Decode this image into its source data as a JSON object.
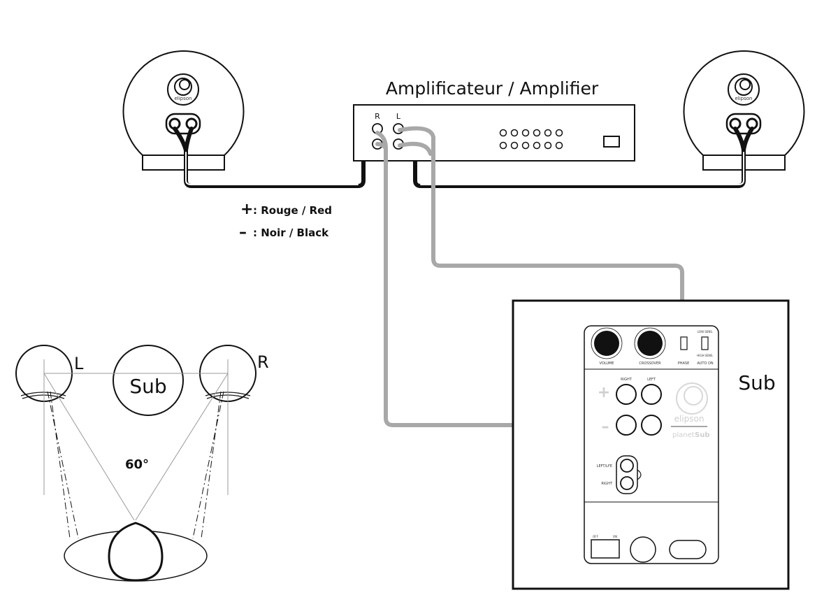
{
  "amplifier": {
    "title": "Amplificateur / Amplifier",
    "channel_r": "R",
    "channel_l": "L"
  },
  "legend": {
    "plus_symbol": "+",
    "plus_text": ": Rouge / Red",
    "minus_symbol": "–",
    "minus_text": ": Noir / Black"
  },
  "speaker_logo": "elipson",
  "subwoofer": {
    "label": "Sub",
    "panel": {
      "volume": "VOLUME",
      "crossover": "CROSSOVER",
      "phase": "PHASE",
      "auto_on": "AUTO ON",
      "low_sens": "LOW SENS.",
      "high_sens": "HIGH SENS.",
      "right": "RIGHT",
      "left": "LEFT",
      "brand": "elipson",
      "model_a": "planet",
      "model_b": "Sub",
      "left_lfe": "LEFT/LFE",
      "right_in": "RIGHT",
      "off": "OFF",
      "on": "ON"
    }
  },
  "placement": {
    "left": "L",
    "right": "R",
    "sub": "Sub",
    "angle": "60°"
  },
  "colors": {
    "red_cable": "#111111",
    "grey_cable": "#a8a8a8",
    "line": "#111111"
  }
}
